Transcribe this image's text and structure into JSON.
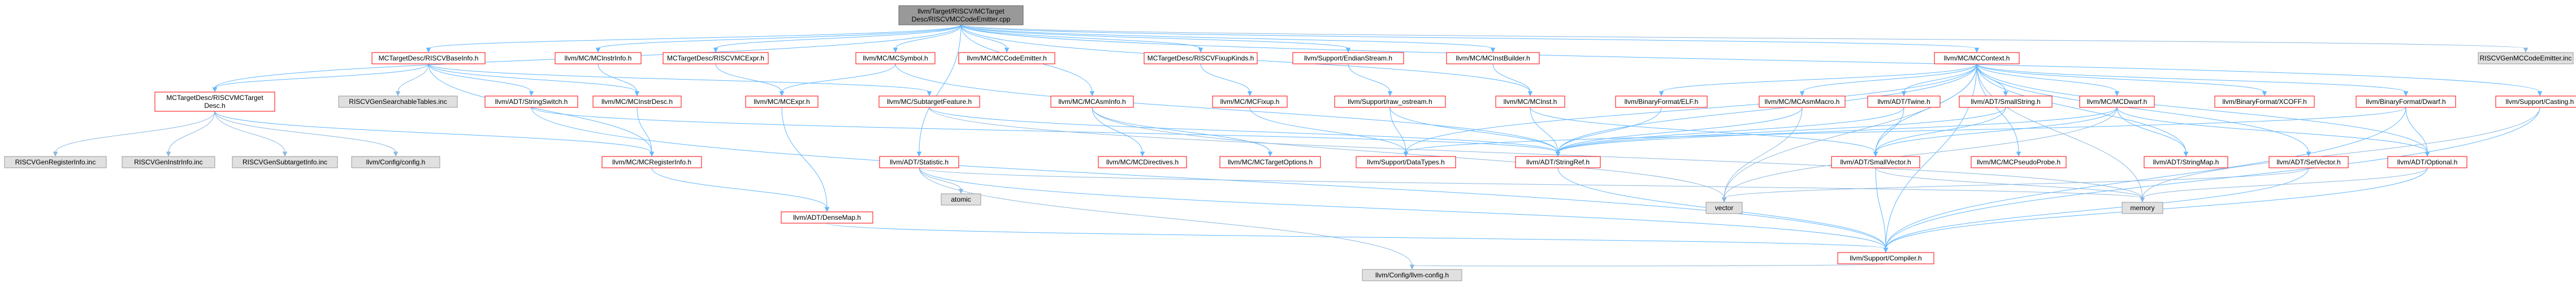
{
  "colors": {
    "root_fill": "#999999",
    "root_border": "#666666",
    "doc_fill": "#ffffff",
    "doc_border": "#ff0000",
    "sys_fill": "#e0e0e0",
    "sys_border": "#999999",
    "edge": "#63b8ff",
    "edge_sys": "#8cb8e0"
  },
  "nodes": [
    {
      "id": "root",
      "label": [
        "llvm/Target/RISCV/MCTarget",
        "Desc/RISCVMCCodeEmitter.cpp"
      ],
      "kind": "root"
    },
    {
      "id": "baseinfo",
      "label": [
        "MCTargetDesc/RISCVBaseInfo.h"
      ],
      "kind": "doc"
    },
    {
      "id": "mcexprh",
      "label": [
        "MCTargetDesc/RISCVMCExpr.h"
      ],
      "kind": "doc"
    },
    {
      "id": "mcinstrinfo",
      "label": [
        "llvm/MC/MCInstrInfo.h"
      ],
      "kind": "doc"
    },
    {
      "id": "mcsymbol",
      "label": [
        "llvm/MC/MCSymbol.h"
      ],
      "kind": "doc"
    },
    {
      "id": "mccodeemitter",
      "label": [
        "llvm/MC/MCCodeEmitter.h"
      ],
      "kind": "doc"
    },
    {
      "id": "fixupkinds",
      "label": [
        "MCTargetDesc/RISCVFixupKinds.h"
      ],
      "kind": "doc"
    },
    {
      "id": "endianstream",
      "label": [
        "llvm/Support/EndianStream.h"
      ],
      "kind": "doc"
    },
    {
      "id": "mcinstbuilder",
      "label": [
        "llvm/MC/MCInstBuilder.h"
      ],
      "kind": "doc"
    },
    {
      "id": "mccontext",
      "label": [
        "llvm/MC/MCContext.h"
      ],
      "kind": "doc"
    },
    {
      "id": "genemitter",
      "label": [
        "RISCVGenMCCodeEmitter.inc"
      ],
      "kind": "sys"
    },
    {
      "id": "mctargetdesc",
      "label": [
        "MCTargetDesc/RISCVMCTarget",
        "Desc.h"
      ],
      "kind": "doc"
    },
    {
      "id": "gensearchable",
      "label": [
        "RISCVGenSearchableTables.inc"
      ],
      "kind": "sys"
    },
    {
      "id": "stringswitch",
      "label": [
        "llvm/ADT/StringSwitch.h"
      ],
      "kind": "doc"
    },
    {
      "id": "mcinstrdesc",
      "label": [
        "llvm/MC/MCInstrDesc.h"
      ],
      "kind": "doc"
    },
    {
      "id": "mcexpr",
      "label": [
        "llvm/MC/MCExpr.h"
      ],
      "kind": "doc"
    },
    {
      "id": "subtargetfeature",
      "label": [
        "llvm/MC/SubtargetFeature.h"
      ],
      "kind": "doc"
    },
    {
      "id": "mcasminfo",
      "label": [
        "llvm/MC/MCAsmInfo.h"
      ],
      "kind": "doc"
    },
    {
      "id": "mcfixup",
      "label": [
        "llvm/MC/MCFixup.h"
      ],
      "kind": "doc"
    },
    {
      "id": "rawostream",
      "label": [
        "llvm/Support/raw_ostream.h"
      ],
      "kind": "doc"
    },
    {
      "id": "mcinst",
      "label": [
        "llvm/MC/MCInst.h"
      ],
      "kind": "doc"
    },
    {
      "id": "binelf",
      "label": [
        "llvm/BinaryFormat/ELF.h"
      ],
      "kind": "doc"
    },
    {
      "id": "mcasmmacro",
      "label": [
        "llvm/MC/MCAsmMacro.h"
      ],
      "kind": "doc"
    },
    {
      "id": "twine",
      "label": [
        "llvm/ADT/Twine.h"
      ],
      "kind": "doc"
    },
    {
      "id": "smallstring",
      "label": [
        "llvm/ADT/SmallString.h"
      ],
      "kind": "doc"
    },
    {
      "id": "mcdwarf",
      "label": [
        "llvm/MC/MCDwarf.h"
      ],
      "kind": "doc"
    },
    {
      "id": "binxcoff",
      "label": [
        "llvm/BinaryFormat/XCOFF.h"
      ],
      "kind": "doc"
    },
    {
      "id": "bindwarf",
      "label": [
        "llvm/BinaryFormat/Dwarf.h"
      ],
      "kind": "doc"
    },
    {
      "id": "casting",
      "label": [
        "llvm/Support/Casting.h"
      ],
      "kind": "doc"
    },
    {
      "id": "genregister",
      "label": [
        "RISCVGenRegisterInfo.inc"
      ],
      "kind": "sys"
    },
    {
      "id": "geninstr",
      "label": [
        "RISCVGenInstrInfo.inc"
      ],
      "kind": "sys"
    },
    {
      "id": "gensubtarget",
      "label": [
        "RISCVGenSubtargetInfo.inc"
      ],
      "kind": "sys"
    },
    {
      "id": "configh",
      "label": [
        "llvm/Config/config.h"
      ],
      "kind": "sys"
    },
    {
      "id": "mcregisterinfo",
      "label": [
        "llvm/MC/MCRegisterInfo.h"
      ],
      "kind": "doc"
    },
    {
      "id": "statistic",
      "label": [
        "llvm/ADT/Statistic.h"
      ],
      "kind": "doc"
    },
    {
      "id": "mcdirectives",
      "label": [
        "llvm/MC/MCDirectives.h"
      ],
      "kind": "doc"
    },
    {
      "id": "mctargetoptions",
      "label": [
        "llvm/MC/MCTargetOptions.h"
      ],
      "kind": "doc"
    },
    {
      "id": "datatypes",
      "label": [
        "llvm/Support/DataTypes.h"
      ],
      "kind": "doc"
    },
    {
      "id": "stringref",
      "label": [
        "llvm/ADT/StringRef.h"
      ],
      "kind": "doc"
    },
    {
      "id": "smallvector",
      "label": [
        "llvm/ADT/SmallVector.h"
      ],
      "kind": "doc"
    },
    {
      "id": "pseudoprobe",
      "label": [
        "llvm/MC/MCPseudoProbe.h"
      ],
      "kind": "doc"
    },
    {
      "id": "stringmap",
      "label": [
        "llvm/ADT/StringMap.h"
      ],
      "kind": "doc"
    },
    {
      "id": "setvector",
      "label": [
        "llvm/ADT/SetVector.h"
      ],
      "kind": "doc"
    },
    {
      "id": "optional",
      "label": [
        "llvm/ADT/Optional.h"
      ],
      "kind": "doc"
    },
    {
      "id": "atomic",
      "label": [
        "atomic"
      ],
      "kind": "sys"
    },
    {
      "id": "densemap",
      "label": [
        "llvm/ADT/DenseMap.h"
      ],
      "kind": "doc"
    },
    {
      "id": "vector",
      "label": [
        "vector"
      ],
      "kind": "sys"
    },
    {
      "id": "memory",
      "label": [
        "memory"
      ],
      "kind": "sys"
    },
    {
      "id": "compiler",
      "label": [
        "llvm/Support/Compiler.h"
      ],
      "kind": "doc"
    },
    {
      "id": "llvmconfig",
      "label": [
        "llvm/Config/llvm-config.h"
      ],
      "kind": "sys"
    }
  ],
  "edges": [
    [
      "root",
      "baseinfo"
    ],
    [
      "root",
      "mcexprh"
    ],
    [
      "root",
      "mcinstrinfo"
    ],
    [
      "root",
      "mcsymbol"
    ],
    [
      "root",
      "mccodeemitter"
    ],
    [
      "root",
      "fixupkinds"
    ],
    [
      "root",
      "endianstream"
    ],
    [
      "root",
      "mcinstbuilder"
    ],
    [
      "root",
      "mccontext"
    ],
    [
      "root",
      "genemitter"
    ],
    [
      "root",
      "mctargetdesc"
    ],
    [
      "root",
      "statistic"
    ],
    [
      "root",
      "mcasminfo"
    ],
    [
      "root",
      "casting"
    ],
    [
      "root",
      "mcinst"
    ],
    [
      "baseinfo",
      "mctargetdesc"
    ],
    [
      "baseinfo",
      "gensearchable"
    ],
    [
      "baseinfo",
      "stringswitch"
    ],
    [
      "baseinfo",
      "mcinstrdesc"
    ],
    [
      "baseinfo",
      "subtargetfeature"
    ],
    [
      "baseinfo",
      "mcregisterinfo"
    ],
    [
      "mctargetdesc",
      "genregister"
    ],
    [
      "mctargetdesc",
      "geninstr"
    ],
    [
      "mctargetdesc",
      "gensubtarget"
    ],
    [
      "mctargetdesc",
      "configh"
    ],
    [
      "mctargetdesc",
      "mcregisterinfo"
    ],
    [
      "mcexprh",
      "mcexpr"
    ],
    [
      "mcinstrinfo",
      "mcinstrdesc"
    ],
    [
      "mcsymbol",
      "mcexpr"
    ],
    [
      "mcsymbol",
      "stringref"
    ],
    [
      "mcinstrdesc",
      "mcregisterinfo"
    ],
    [
      "mcexpr",
      "densemap"
    ],
    [
      "mcregisterinfo",
      "densemap"
    ],
    [
      "stringswitch",
      "stringref"
    ],
    [
      "stringswitch",
      "compiler"
    ],
    [
      "subtargetfeature",
      "stringref"
    ],
    [
      "subtargetfeature",
      "memory"
    ],
    [
      "mcasminfo",
      "mcdirectives"
    ],
    [
      "mcasminfo",
      "mctargetoptions"
    ],
    [
      "mcasminfo",
      "vector"
    ],
    [
      "fixupkinds",
      "mcfixup"
    ],
    [
      "mcfixup",
      "datatypes"
    ],
    [
      "endianstream",
      "rawostream"
    ],
    [
      "rawostream",
      "stringref"
    ],
    [
      "rawostream",
      "datatypes"
    ],
    [
      "mcinstbuilder",
      "mcinst"
    ],
    [
      "mcinst",
      "stringref"
    ],
    [
      "mcinst",
      "smallvector"
    ],
    [
      "mccontext",
      "mcasmmacro"
    ],
    [
      "mccontext",
      "twine"
    ],
    [
      "mccontext",
      "smallstring"
    ],
    [
      "mccontext",
      "mcdwarf"
    ],
    [
      "mccontext",
      "binelf"
    ],
    [
      "mccontext",
      "binxcoff"
    ],
    [
      "mccontext",
      "bindwarf"
    ],
    [
      "mccontext",
      "pseudoprobe"
    ],
    [
      "mccontext",
      "stringmap"
    ],
    [
      "mccontext",
      "setvector"
    ],
    [
      "mccontext",
      "optional"
    ],
    [
      "mccontext",
      "memory"
    ],
    [
      "mccontext",
      "vector"
    ],
    [
      "mccontext",
      "compiler"
    ],
    [
      "mccontext",
      "stringref"
    ],
    [
      "mccontext",
      "smallvector"
    ],
    [
      "mccontext",
      "datatypes"
    ],
    [
      "binelf",
      "stringref"
    ],
    [
      "mcasmmacro",
      "stringref"
    ],
    [
      "mcasmmacro",
      "vector"
    ],
    [
      "twine",
      "smallvector"
    ],
    [
      "twine",
      "stringref"
    ],
    [
      "smallstring",
      "smallvector"
    ],
    [
      "smallstring",
      "stringref"
    ],
    [
      "mcdwarf",
      "stringmap"
    ],
    [
      "mcdwarf",
      "stringref"
    ],
    [
      "mcdwarf",
      "optional"
    ],
    [
      "mcdwarf",
      "vector"
    ],
    [
      "mcdwarf",
      "smallvector"
    ],
    [
      "bindwarf",
      "datatypes"
    ],
    [
      "bindwarf",
      "compiler"
    ],
    [
      "bindwarf",
      "optional"
    ],
    [
      "stringref",
      "compiler"
    ],
    [
      "smallvector",
      "compiler"
    ],
    [
      "smallvector",
      "memory"
    ],
    [
      "setvector",
      "compiler"
    ],
    [
      "setvector",
      "vector"
    ],
    [
      "optional",
      "compiler"
    ],
    [
      "optional",
      "memory"
    ],
    [
      "casting",
      "compiler"
    ],
    [
      "casting",
      "memory"
    ],
    [
      "statistic",
      "atomic"
    ],
    [
      "statistic",
      "memory"
    ],
    [
      "statistic",
      "compiler"
    ],
    [
      "statistic",
      "llvmconfig"
    ],
    [
      "densemap",
      "compiler"
    ],
    [
      "compiler",
      "llvmconfig"
    ]
  ]
}
